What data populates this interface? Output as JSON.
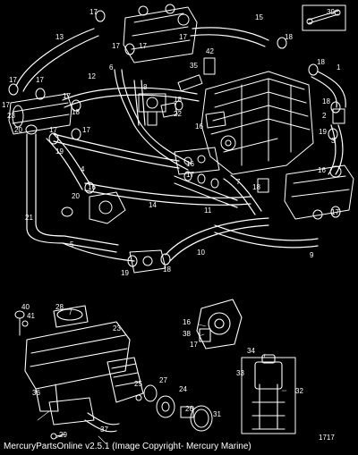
{
  "footer": {
    "credit": "MercuryPartsOnline v2.5.1 (Image Copyright- Mercury Marine)",
    "drawing_number": "1717"
  },
  "callouts": {
    "c1": "1",
    "c2": "2",
    "c3": "3",
    "c4": "4",
    "c5": "5",
    "c6": "6",
    "c7": "7",
    "c8": "8",
    "c9": "9",
    "c10": "10",
    "c11": "11",
    "c12": "12",
    "c13": "13",
    "c14": "14",
    "c15": "15",
    "c16a": "16",
    "c16b": "16",
    "c16c": "16",
    "c16d": "16",
    "c17a": "17",
    "c17b": "17",
    "c17c": "17",
    "c17d": "17",
    "c17e": "17",
    "c17f": "17",
    "c17g": "17",
    "c17h": "17",
    "c17i": "17",
    "c17j": "17",
    "c18a": "18",
    "c18b": "18",
    "c18c": "18",
    "c18d": "18",
    "c18e": "18",
    "c19a": "19",
    "c19b": "19",
    "c19c": "19",
    "c20a": "20",
    "c20b": "20",
    "c21": "21",
    "c22": "22",
    "c23a": "23",
    "c23b": "23",
    "c24": "24",
    "c25": "25",
    "c26": "26",
    "c27": "27",
    "c28": "28",
    "c29": "29",
    "c31": "31",
    "c32": "32",
    "c33": "33",
    "c34": "34",
    "c35": "35",
    "c36": "36",
    "c37": "37",
    "c38": "38",
    "c39": "39",
    "c40": "40",
    "c41": "41",
    "c42": "42"
  },
  "colors": {
    "background": "#000000",
    "line": "#ffffff"
  }
}
